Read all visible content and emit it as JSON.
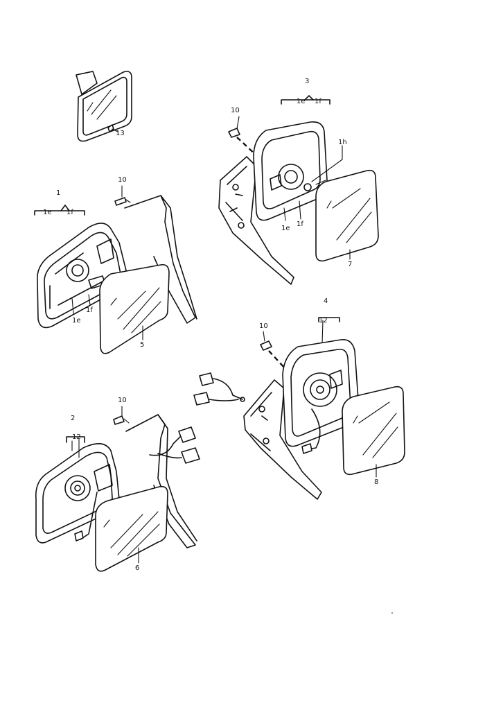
{
  "callouts": {
    "p13": "13",
    "p1": "1",
    "p2": "2",
    "p3": "3",
    "p4": "4",
    "p5": "5",
    "p6": "6",
    "p7": "7",
    "p8": "8",
    "p10a": "10",
    "p10b": "10",
    "p10c": "10",
    "p10d": "10",
    "p12a": "12",
    "p12b": "12",
    "p1e_a": "1e",
    "p1f_a": "1f",
    "p1e_b": "1e",
    "p1f_b": "1f",
    "p1e_c": "1e",
    "p1f_c": "1f",
    "p1e_d": "1e",
    "p1f_d": "1f",
    "p1h": "1h"
  }
}
